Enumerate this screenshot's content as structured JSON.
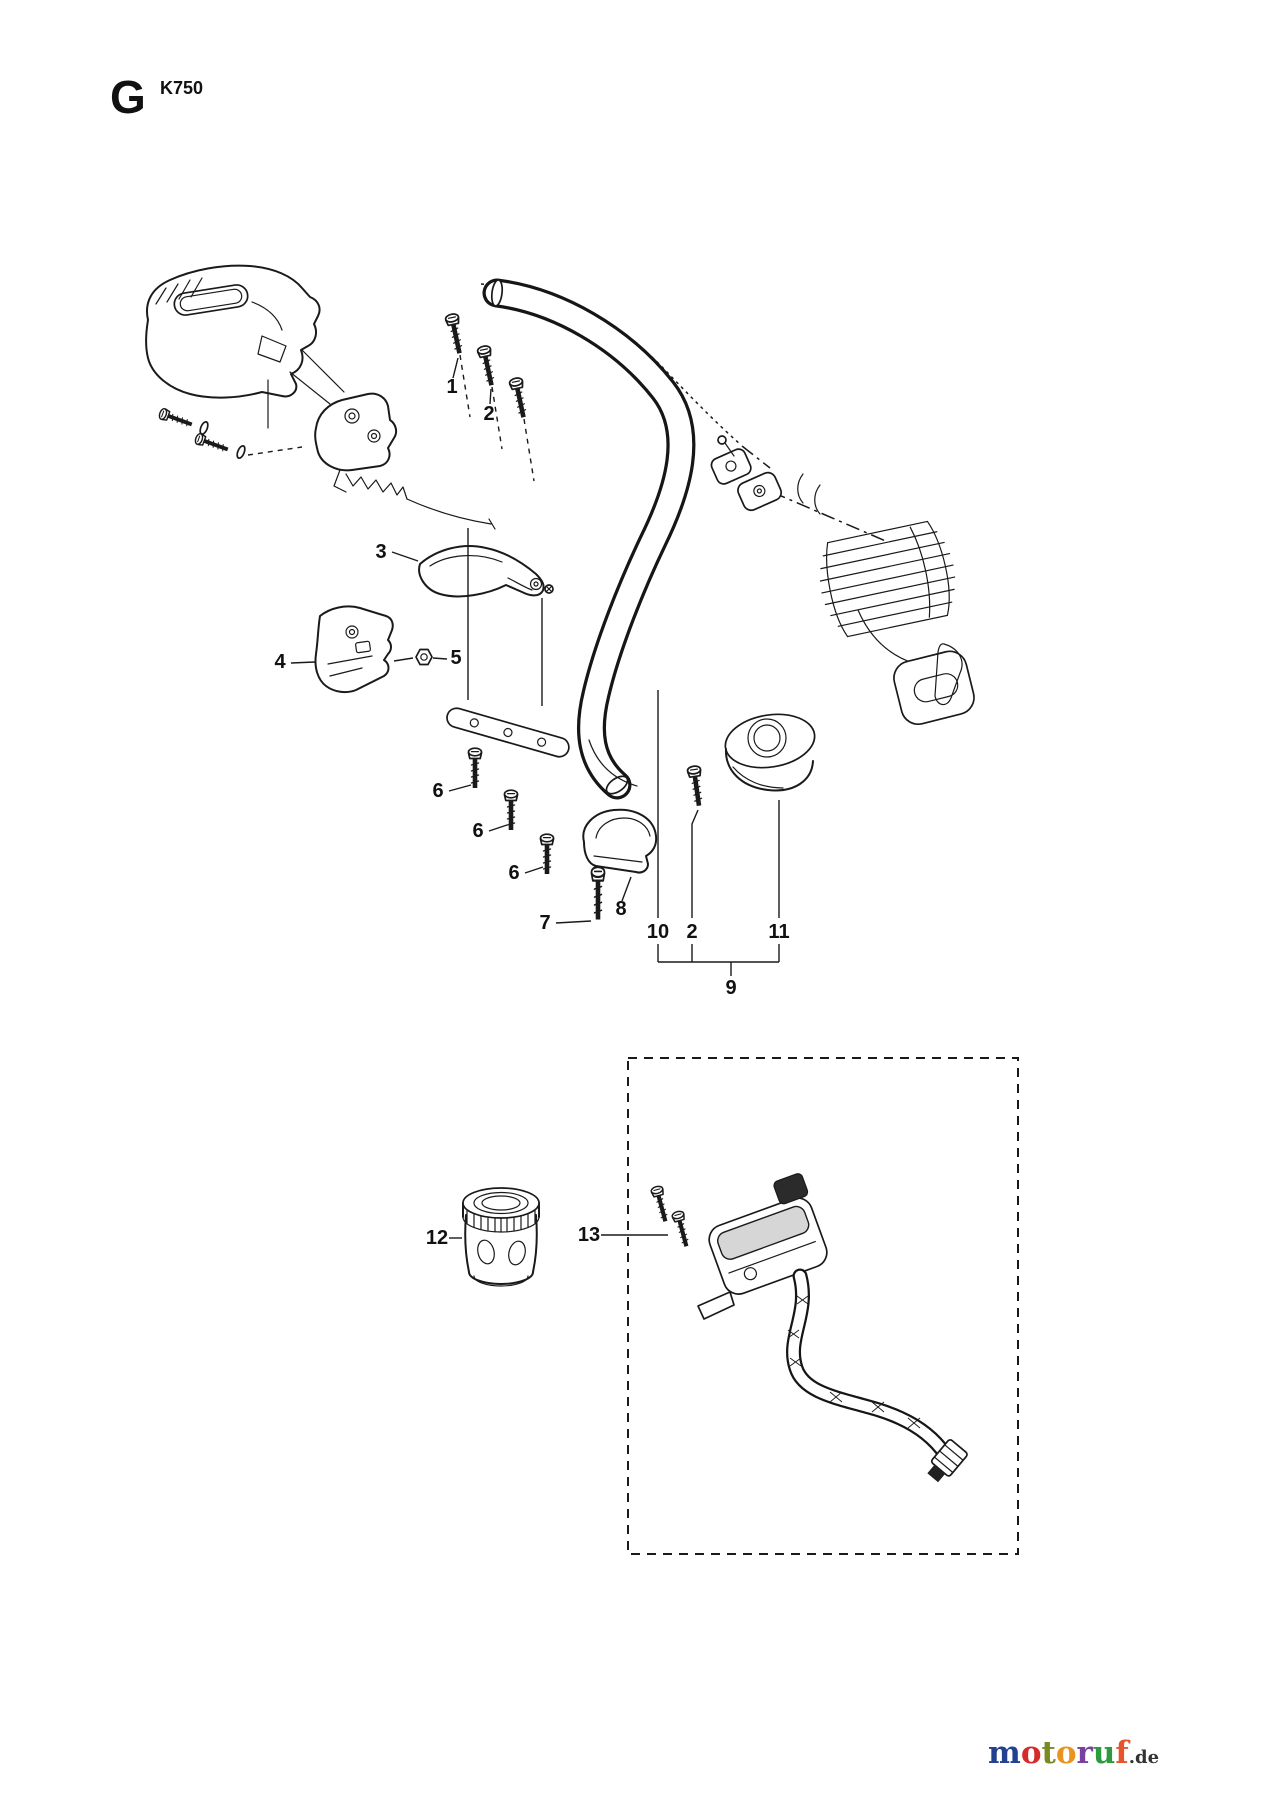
{
  "page": {
    "section_letter": "G",
    "model": "K750"
  },
  "colors": {
    "ink": "#1a1a1a",
    "background": "#ffffff"
  },
  "callouts": {
    "n1": "1",
    "n2_top": "2",
    "n3": "3",
    "n4": "4",
    "n5": "5",
    "n6_a": "6",
    "n6_b": "6",
    "n6_c": "6",
    "n7": "7",
    "n8": "8",
    "n10": "10",
    "n2_bottom": "2",
    "n11": "11",
    "n9": "9",
    "n12": "12",
    "n13": "13"
  },
  "logo": {
    "letters": [
      {
        "char": "m",
        "color": "#22418f"
      },
      {
        "char": "o",
        "color": "#d42b2b"
      },
      {
        "char": "t",
        "color": "#7a8a22"
      },
      {
        "char": "o",
        "color": "#e8941f"
      },
      {
        "char": "r",
        "color": "#7b3fa0"
      },
      {
        "char": "u",
        "color": "#2e9a3e"
      },
      {
        "char": "f",
        "color": "#e8542a"
      }
    ],
    "suffix": ".de"
  }
}
